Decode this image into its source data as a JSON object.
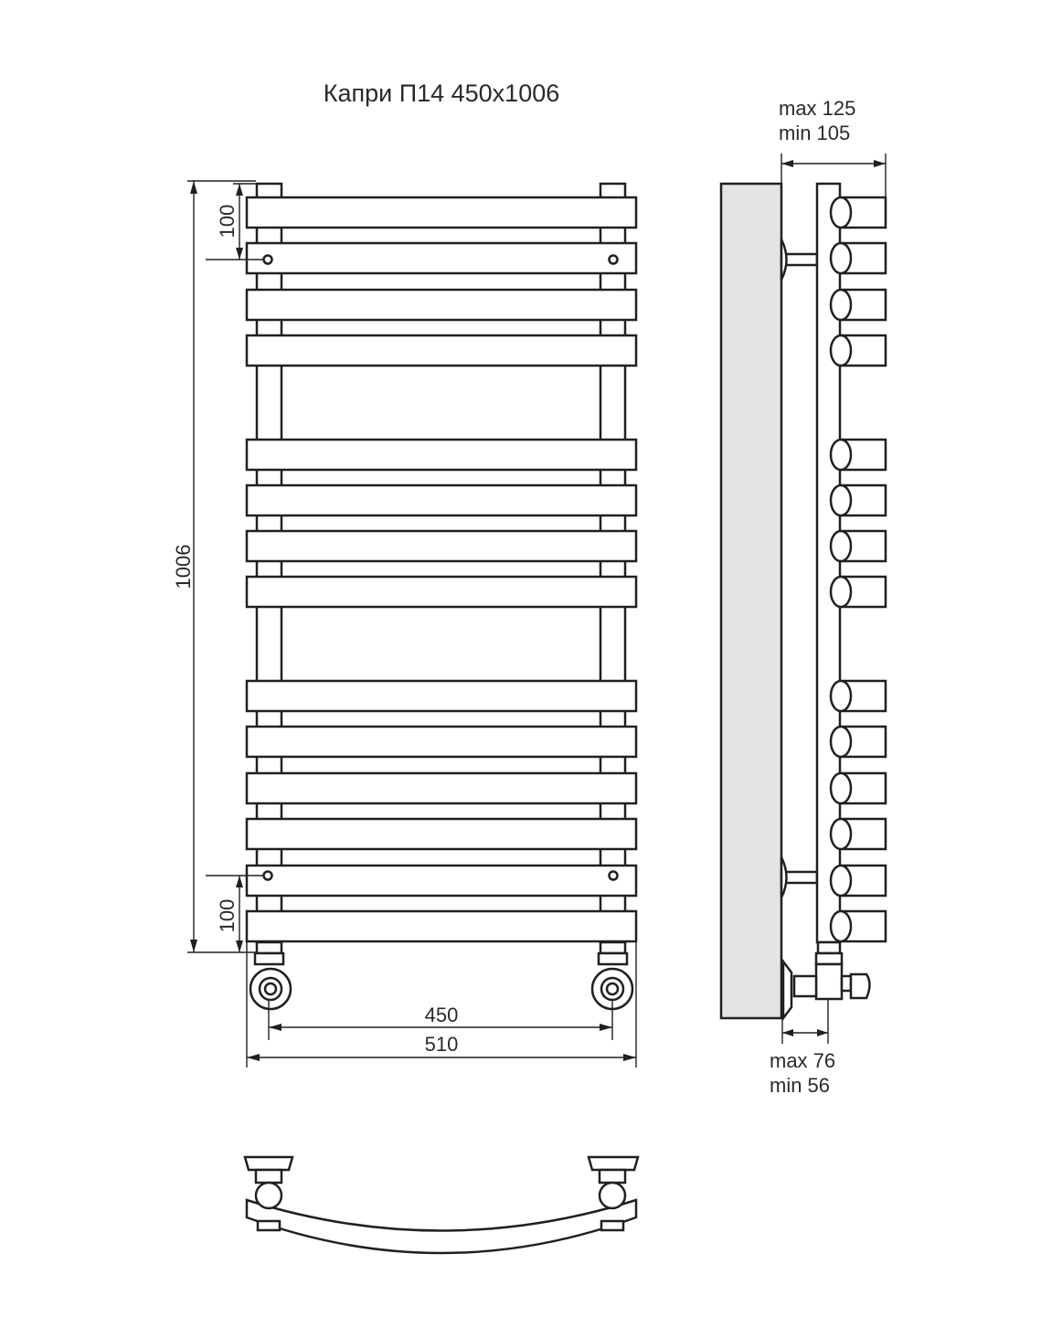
{
  "title": "Капри П14 450х1006",
  "dimensions": {
    "total_height": "1006",
    "top_offset": "100",
    "bottom_offset": "100",
    "center_distance": "450",
    "total_width": "510",
    "depth_max": "max 125",
    "depth_min": "min 105",
    "connection_max": "max 76",
    "connection_min": "min 56"
  },
  "front_view": {
    "rung_count": 14
  }
}
